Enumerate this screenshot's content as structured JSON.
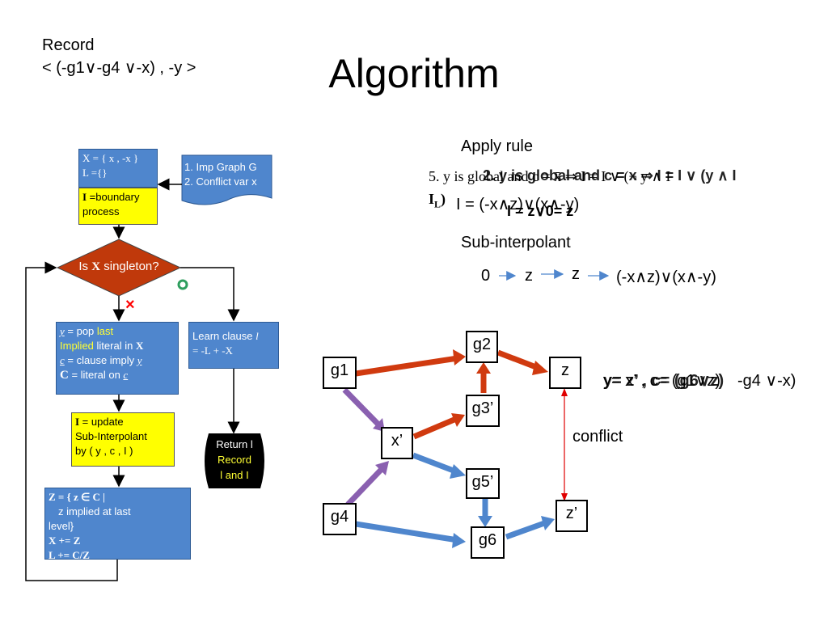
{
  "header": {
    "record_label": "Record",
    "record_formula": "<  (-g1∨-g4 ∨-x) , -y >",
    "title": "Algorithm"
  },
  "flowchart": {
    "init_box": {
      "x_line": "X = { x ,  -x }",
      "l_line": "L ={}"
    },
    "doc_box": {
      "line1": "1. Imp Graph G",
      "line2": "2. Conflict var x"
    },
    "boundary_box": {
      "bold": "I",
      "text": " =boundary process"
    },
    "decision": {
      "prefix": "Is ",
      "bold": "X",
      "suffix": " singleton?"
    },
    "yes_marker": "o",
    "no_marker": "×",
    "pop_box": {
      "y_label": "y",
      "pop_text": " = pop ",
      "last": "last",
      "implied": "Implied",
      "literal_in": " literal in ",
      "x_bold": "X",
      "c_label": "c",
      "clause_imply": " = clause imply ",
      "y2": "y",
      "c_bold": "C",
      "literal_on": " = literal on ",
      "c2": "c"
    },
    "learn_box": {
      "text": "Learn clause ",
      "l": "l",
      "formula": "= -L + -X"
    },
    "update_box": {
      "i_bold": "I",
      "update": " = update",
      "line2": "Sub-Interpolant",
      "line3": "by ( y , c , I )"
    },
    "return_box": {
      "line1": "Return l",
      "line2": "Record",
      "line3": "l and I"
    },
    "z_box": {
      "line1": "Z = { z ∈ C |",
      "line2": "z implied at last",
      "line3": "level}",
      "line4": "X  +=  Z",
      "line5": "L  +=  C/Z"
    }
  },
  "right_panel": {
    "apply_rule": "Apply rule",
    "rule_line": "5. y is global and c = x̄ ⇒ I = I ∨ (¬ y ∧ I",
    "rule_tail": "I",
    "rule_sub": "L",
    "overlap_text1": "2. y is global and c = x ⇒ I = I ∨ (y ∧ I",
    "i_value": "I = (-x∧z)∨(x∧-y)",
    "i_overlap": "I = z∨0= z",
    "sub_interpolant": "Sub-interpolant",
    "seq": [
      "0",
      "z",
      "z",
      "(-x∧z)∨(x∧-y)"
    ]
  },
  "graph": {
    "nodes": [
      "g1",
      "g2",
      "z",
      "g3’",
      "x’",
      "g5’",
      "g4",
      "g6",
      "z’"
    ],
    "conflict_label": "conflict",
    "assignment_text": "y= x’ , c= (g1∨z)",
    "assignment_overlap": "y= z’ , c= (g6∨z)",
    "assignment_tail": "-g4 ∨-x)"
  },
  "colors": {
    "flow_blue": "#4f86cd",
    "flow_yellow": "#ffff00",
    "decision_red": "#c0390b",
    "edge_red": "#d03a0f",
    "edge_purple": "#8a60b0",
    "edge_blue": "#4f86cd",
    "conflict_red": "#e00000",
    "yes_green": "#2e9e5e",
    "no_red": "#ff0000"
  }
}
